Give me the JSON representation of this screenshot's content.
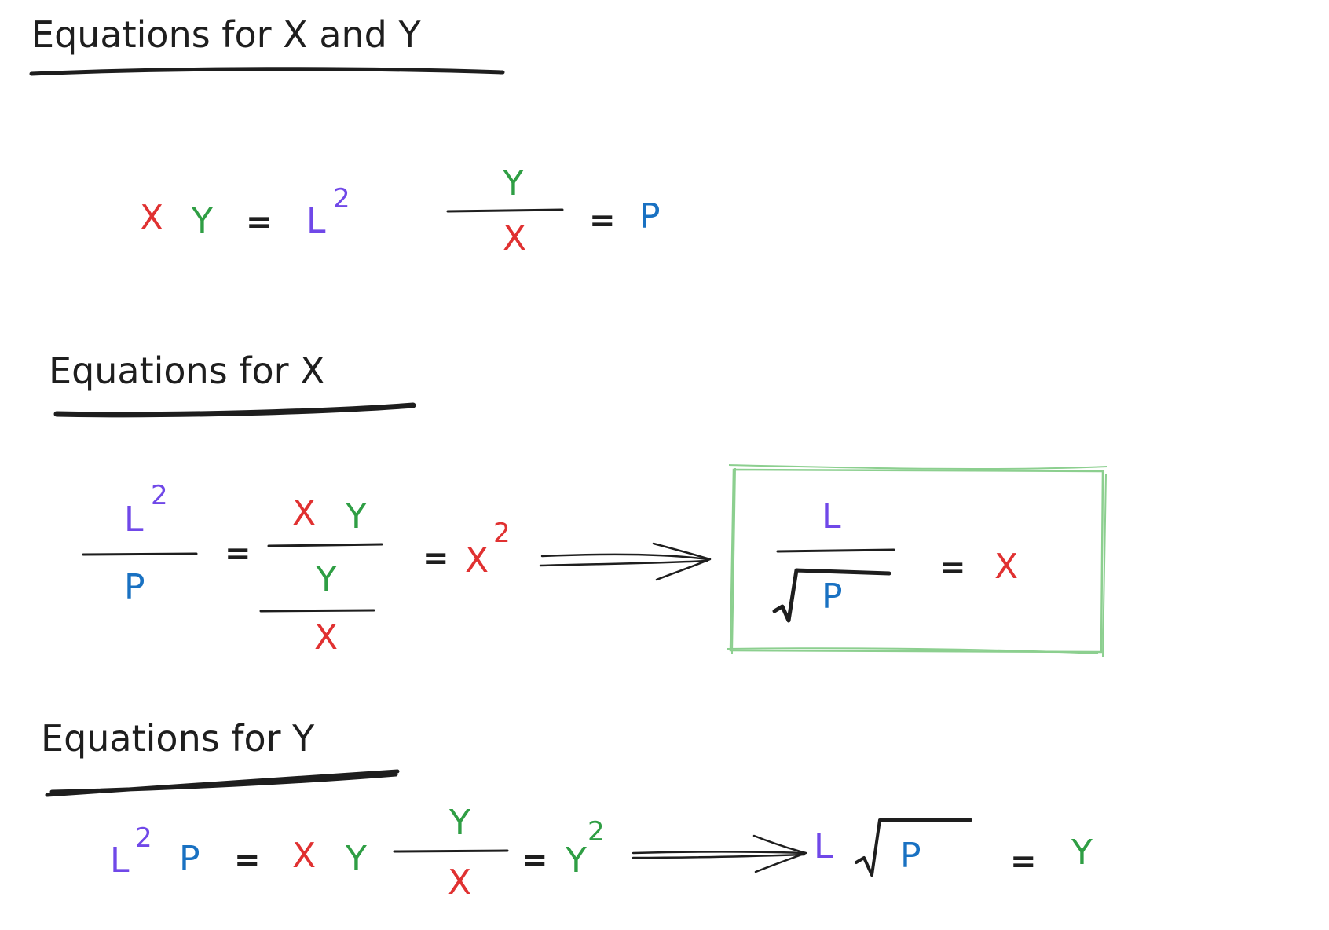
{
  "colors": {
    "ink": "#1e1e1e",
    "x": "#e03131",
    "y": "#2f9e44",
    "l": "#7048e8",
    "p": "#1971c2",
    "box": "#8ccf8f"
  },
  "headings": {
    "xy": "Equations for X and Y",
    "x": "Equations for X",
    "y": "Equations for Y"
  },
  "symbols": {
    "x": "X",
    "y": "Y",
    "l": "L",
    "p": "P",
    "two": "2",
    "eq": "="
  }
}
